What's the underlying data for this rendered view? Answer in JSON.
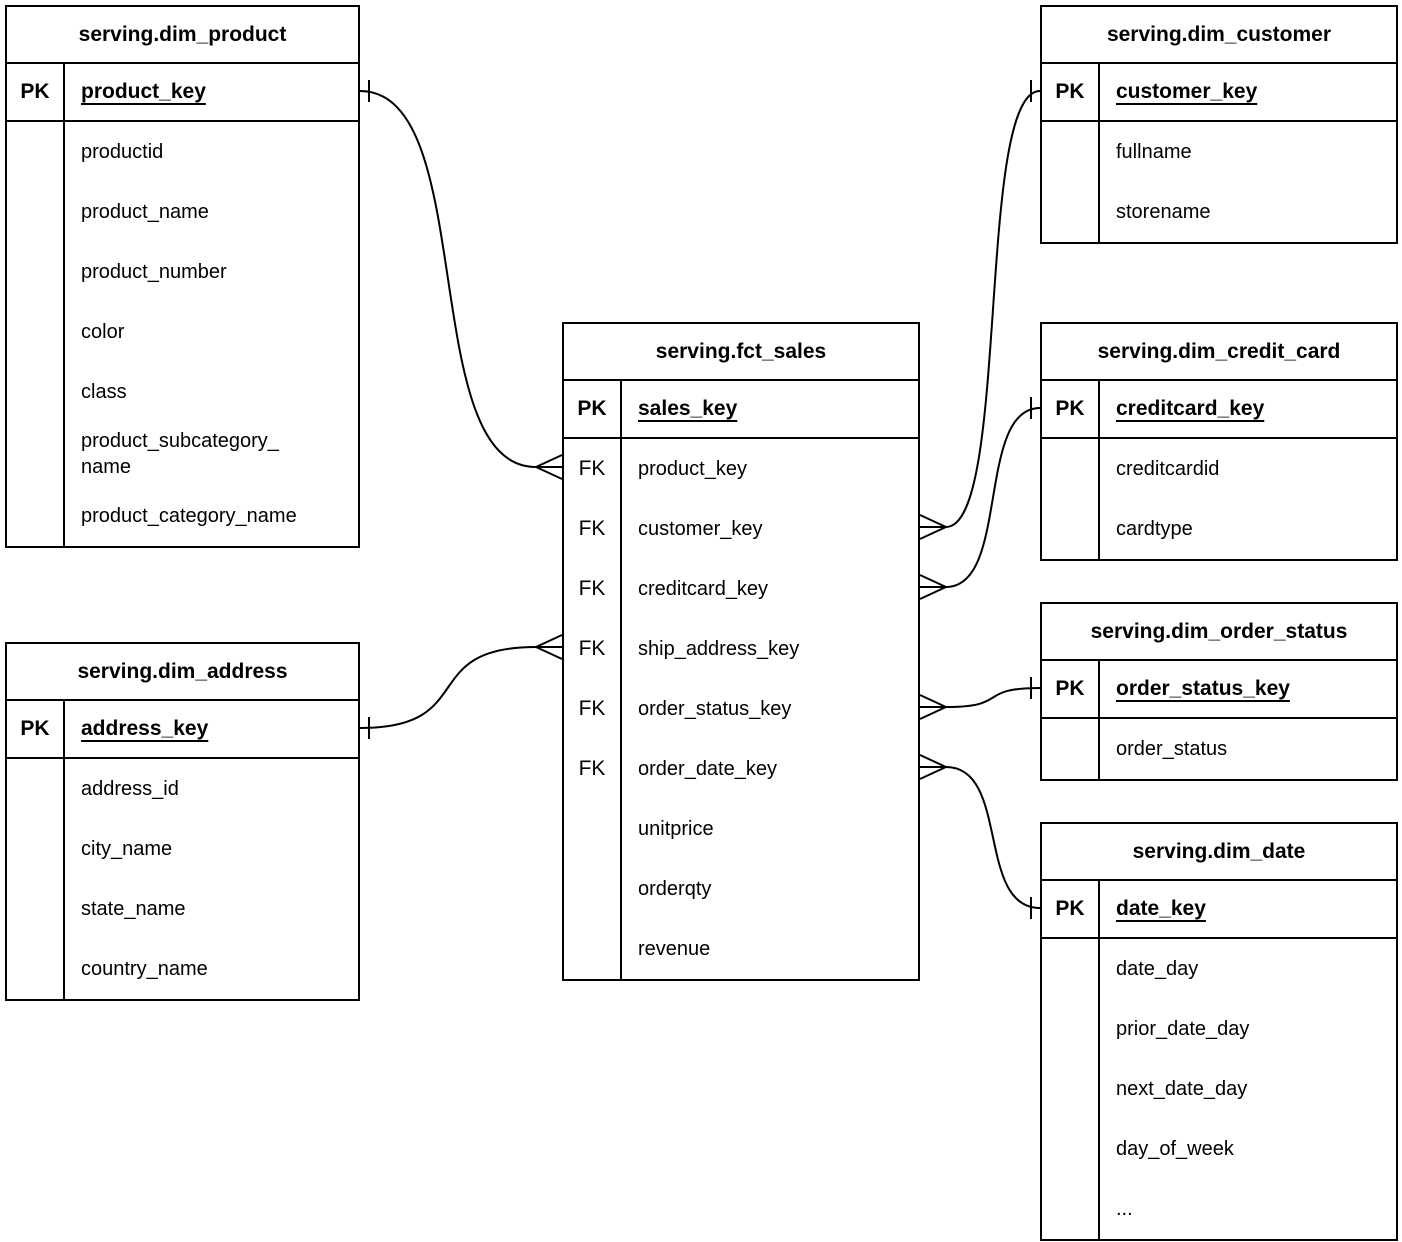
{
  "diagram": {
    "background_color": "#ffffff",
    "line_color": "#000000",
    "notation": "crows-foot",
    "entities": [
      {
        "id": "dim_product",
        "title": "serving.dim_product",
        "key": {
          "badge": "PK",
          "name": "product_key"
        },
        "fields": [
          {
            "badge": "",
            "name": "productid"
          },
          {
            "badge": "",
            "name": "product_name"
          },
          {
            "badge": "",
            "name": "product_number"
          },
          {
            "badge": "",
            "name": "color"
          },
          {
            "badge": "",
            "name": "class"
          },
          {
            "badge": "",
            "name": "product_subcategory_\nname"
          },
          {
            "badge": "",
            "name": "product_category_name"
          }
        ]
      },
      {
        "id": "dim_address",
        "title": "serving.dim_address",
        "key": {
          "badge": "PK",
          "name": "address_key"
        },
        "fields": [
          {
            "badge": "",
            "name": "address_id"
          },
          {
            "badge": "",
            "name": "city_name"
          },
          {
            "badge": "",
            "name": "state_name"
          },
          {
            "badge": "",
            "name": "country_name"
          }
        ]
      },
      {
        "id": "fct_sales",
        "title": "serving.fct_sales",
        "key": {
          "badge": "PK",
          "name": "sales_key"
        },
        "fields": [
          {
            "badge": "FK",
            "name": "product_key"
          },
          {
            "badge": "FK",
            "name": "customer_key"
          },
          {
            "badge": "FK",
            "name": "creditcard_key"
          },
          {
            "badge": "FK",
            "name": "ship_address_key"
          },
          {
            "badge": "FK",
            "name": "order_status_key"
          },
          {
            "badge": "FK",
            "name": "order_date_key"
          },
          {
            "badge": "",
            "name": "unitprice"
          },
          {
            "badge": "",
            "name": "orderqty"
          },
          {
            "badge": "",
            "name": "revenue"
          }
        ]
      },
      {
        "id": "dim_customer",
        "title": "serving.dim_customer",
        "key": {
          "badge": "PK",
          "name": "customer_key"
        },
        "fields": [
          {
            "badge": "",
            "name": "fullname"
          },
          {
            "badge": "",
            "name": "storename"
          }
        ]
      },
      {
        "id": "dim_credit_card",
        "title": "serving.dim_credit_card",
        "key": {
          "badge": "PK",
          "name": "creditcard_key"
        },
        "fields": [
          {
            "badge": "",
            "name": "creditcardid"
          },
          {
            "badge": "",
            "name": "cardtype"
          }
        ]
      },
      {
        "id": "dim_order_status",
        "title": "serving.dim_order_status",
        "key": {
          "badge": "PK",
          "name": "order_status_key"
        },
        "fields": [
          {
            "badge": "",
            "name": "order_status"
          }
        ]
      },
      {
        "id": "dim_date",
        "title": "serving.dim_date",
        "key": {
          "badge": "PK",
          "name": "date_key"
        },
        "fields": [
          {
            "badge": "",
            "name": "date_day"
          },
          {
            "badge": "",
            "name": "prior_date_day"
          },
          {
            "badge": "",
            "name": "next_date_day"
          },
          {
            "badge": "",
            "name": "day_of_week"
          },
          {
            "badge": "",
            "name": "..."
          }
        ]
      }
    ],
    "connectors": [
      {
        "name": "rel-product-sales",
        "one": {
          "entity": "dim_product",
          "field": "product_key"
        },
        "many": {
          "entity": "fct_sales",
          "field": "product_key"
        },
        "one_cardinality": "1",
        "many_cardinality": "N"
      },
      {
        "name": "rel-address-sales",
        "one": {
          "entity": "dim_address",
          "field": "address_key"
        },
        "many": {
          "entity": "fct_sales",
          "field": "ship_address_key"
        },
        "one_cardinality": "1",
        "many_cardinality": "N"
      },
      {
        "name": "rel-customer-sales",
        "one": {
          "entity": "dim_customer",
          "field": "customer_key"
        },
        "many": {
          "entity": "fct_sales",
          "field": "customer_key"
        },
        "one_cardinality": "1",
        "many_cardinality": "N"
      },
      {
        "name": "rel-creditcard-sales",
        "one": {
          "entity": "dim_credit_card",
          "field": "creditcard_key"
        },
        "many": {
          "entity": "fct_sales",
          "field": "creditcard_key"
        },
        "one_cardinality": "1",
        "many_cardinality": "N"
      },
      {
        "name": "rel-orderstatus-sales",
        "one": {
          "entity": "dim_order_status",
          "field": "order_status_key"
        },
        "many": {
          "entity": "fct_sales",
          "field": "order_status_key"
        },
        "one_cardinality": "1",
        "many_cardinality": "N"
      },
      {
        "name": "rel-orderdate-sales",
        "one": {
          "entity": "dim_date",
          "field": "date_key"
        },
        "many": {
          "entity": "fct_sales",
          "field": "order_date_key"
        },
        "one_cardinality": "1",
        "many_cardinality": "N"
      }
    ]
  }
}
